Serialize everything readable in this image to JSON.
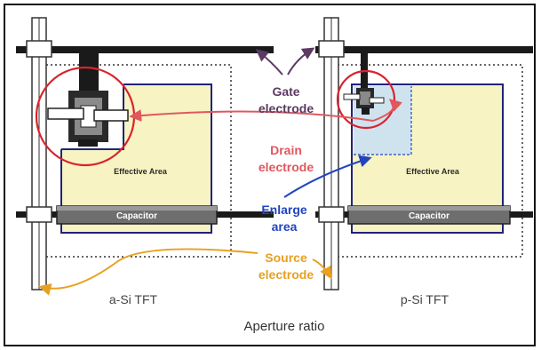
{
  "labels": {
    "gate_line1": "Gate",
    "gate_line2": "electrode",
    "drain_line1": "Drain",
    "drain_line2": "electrode",
    "enlarge_line1": "Enlarge",
    "enlarge_line2": "area",
    "source_line1": "Source",
    "source_line2": "electrode",
    "left_effective": "Effective Area",
    "right_effective": "Effective Area",
    "left_capacitor": "Capacitor",
    "right_capacitor": "Capacitor",
    "left_tft": "a-Si TFT",
    "right_tft": "p-Si TFT",
    "caption": "Aperture ratio"
  },
  "colors": {
    "gate": "#5b3a63",
    "drain": "#e0575e",
    "enlarge": "#2244c0",
    "source": "#e8a021",
    "effective_fill": "#f7f3c2",
    "enlarge_fill": "#cfe3ef",
    "circle": "#d8232e"
  }
}
